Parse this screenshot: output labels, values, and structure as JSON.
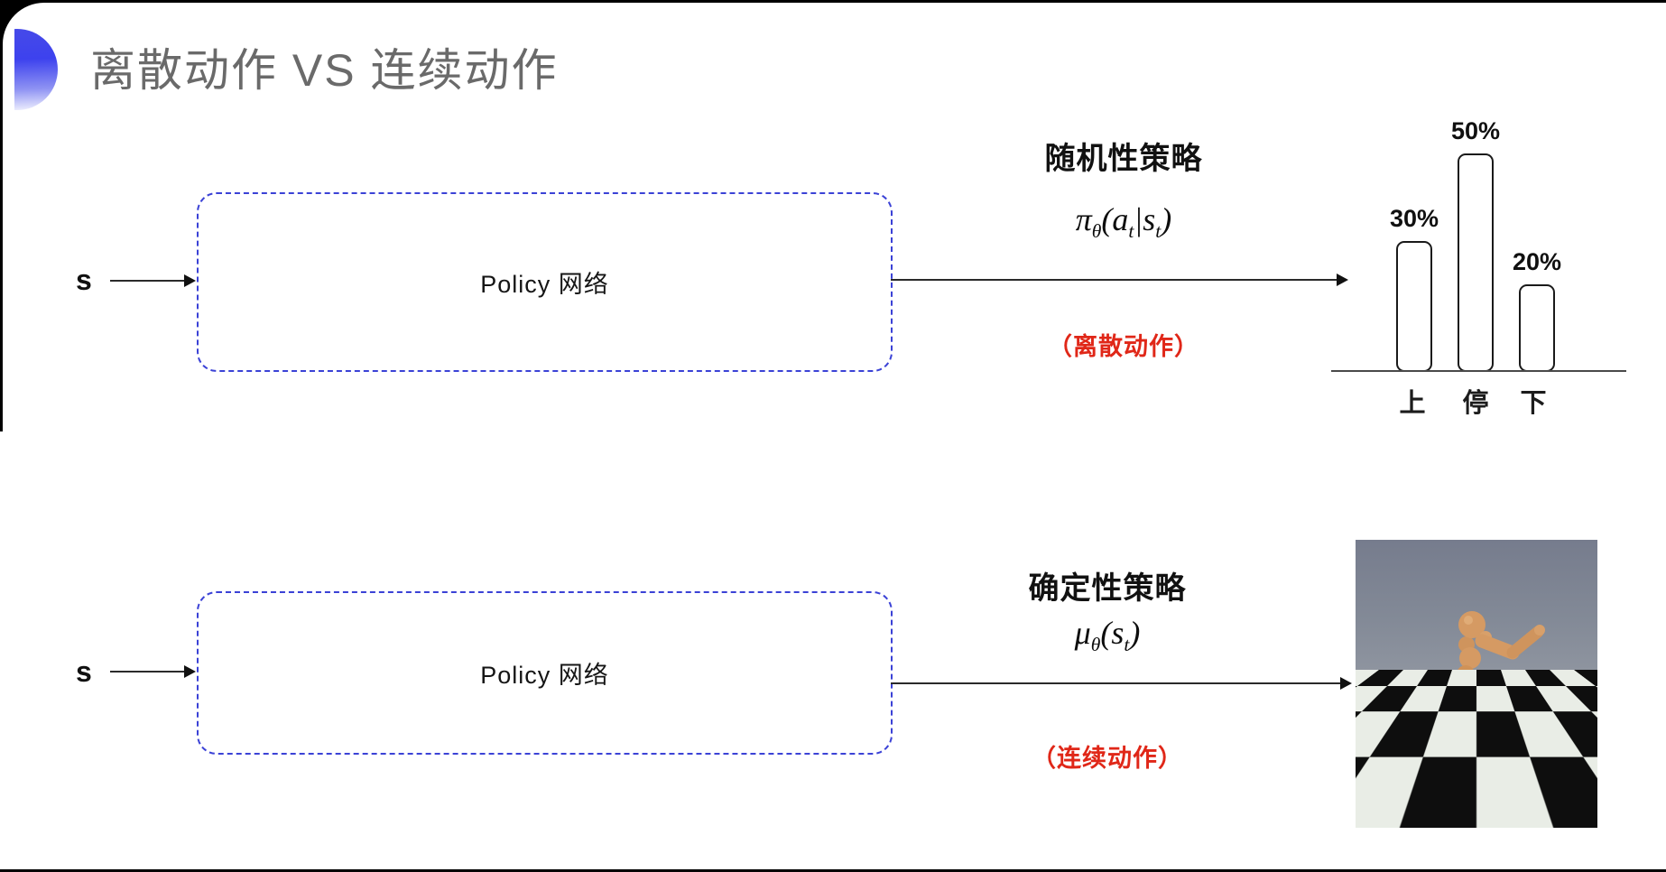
{
  "title": {
    "text": "离散动作 VS 连续动作",
    "icon": "blue-sphere-icon"
  },
  "top_flow": {
    "input_label": "s",
    "box_label": "Policy 网络",
    "policy_type": "随机性策略",
    "formula": {
      "symbol": "π",
      "symbol_sub": "θ",
      "open": "(",
      "arg1": "a",
      "arg1_sub": "t",
      "bar": "|",
      "arg2": "s",
      "arg2_sub": "t",
      "close": ")"
    },
    "action_note": "（离散动作）"
  },
  "bottom_flow": {
    "input_label": "s",
    "box_label": "Policy 网络",
    "policy_type": "确定性策略",
    "formula": {
      "symbol": "μ",
      "symbol_sub": "θ",
      "open": "(",
      "arg1": "s",
      "arg1_sub": "t",
      "close": ")"
    },
    "action_note": "（连续动作）"
  },
  "chart_data": {
    "type": "bar",
    "categories": [
      "上",
      "停",
      "下"
    ],
    "values": [
      30,
      50,
      20
    ],
    "value_labels": [
      "30%",
      "50%",
      "20%"
    ],
    "title": "",
    "xlabel": "",
    "ylabel": "",
    "ylim": [
      0,
      55
    ],
    "grid": false,
    "legend": false,
    "bar_style": "white fill, black rounded outline, baseline axis only"
  },
  "env_image": {
    "description": "MuJoCo humanoid robot running on black-and-white checkered floor under gray sky"
  },
  "colors": {
    "accent_blue": "#3b42d6",
    "note_red": "#e02718",
    "title_gray": "#6a6a6a",
    "icon_blue": "#3d42ee",
    "humanoid_orange": "#d59a63"
  }
}
